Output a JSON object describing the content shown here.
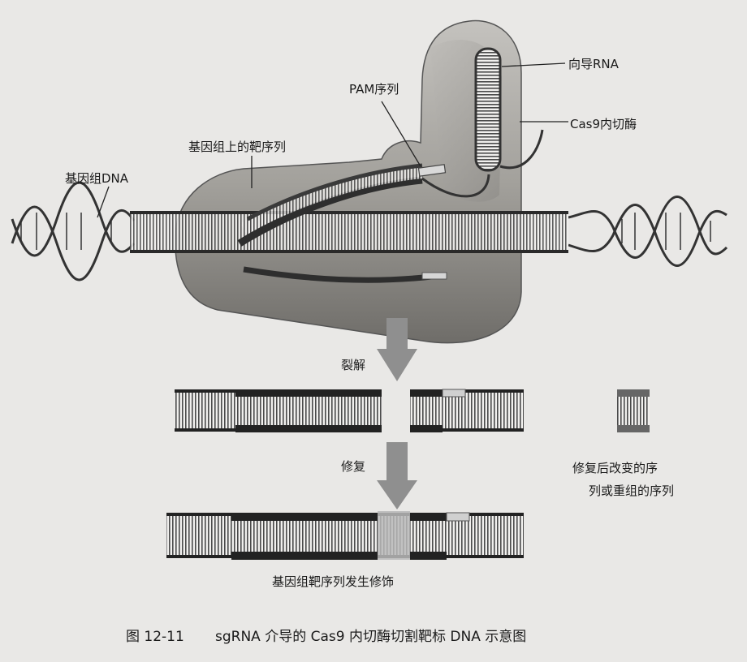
{
  "labels": {
    "guide_rna": "向导RNA",
    "cas9": "Cas9内切酶",
    "pam": "PAM序列",
    "target": "基因组上的靶序列",
    "genomic_dna": "基因组DNA",
    "cleavage": "裂解",
    "repair": "修复",
    "altered_line1": "修复后改变的序",
    "altered_line2": "列或重组的序列",
    "modified": "基因组靶序列发生修饰"
  },
  "caption": {
    "figure_no": "图 12-11",
    "text": "sgRNA 介导的 Cas9 内切酶切割靶标 DNA 示意图"
  },
  "colors": {
    "page": "#e9e8e6",
    "protein": "#9e9c97",
    "dna_dark": "#2a2a2a",
    "target_strand": "#3a3a3a",
    "arrow": "#8f8f8f"
  }
}
